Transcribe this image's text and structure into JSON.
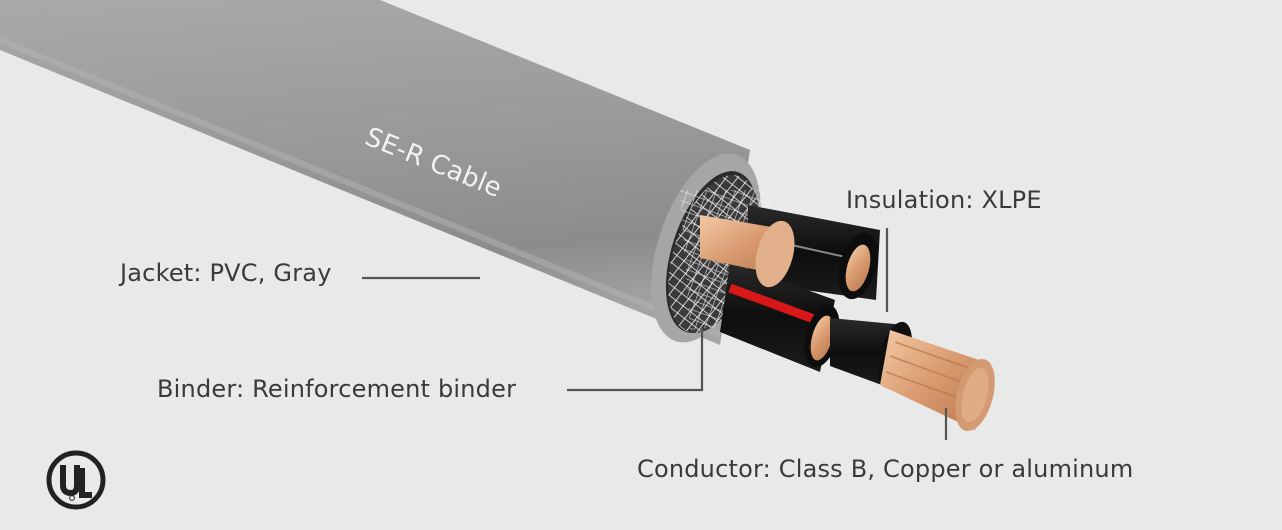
{
  "cable_text": "SE-R Cable",
  "callouts": {
    "jacket": "Jacket: PVC, Gray",
    "binder": "Binder: Reinforcement binder",
    "insulation": "Insulation: XLPE",
    "conductor": "Conductor: Class B, Copper or aluminum"
  },
  "logo": {
    "name": "UL certification mark",
    "text": "UL"
  },
  "colors": {
    "background": "#e9e9e9",
    "jacket": "#9c9c9c",
    "insulation": "#121212",
    "copper": "#d9a07a",
    "stripe": "#d81818",
    "leader": "#555555"
  }
}
